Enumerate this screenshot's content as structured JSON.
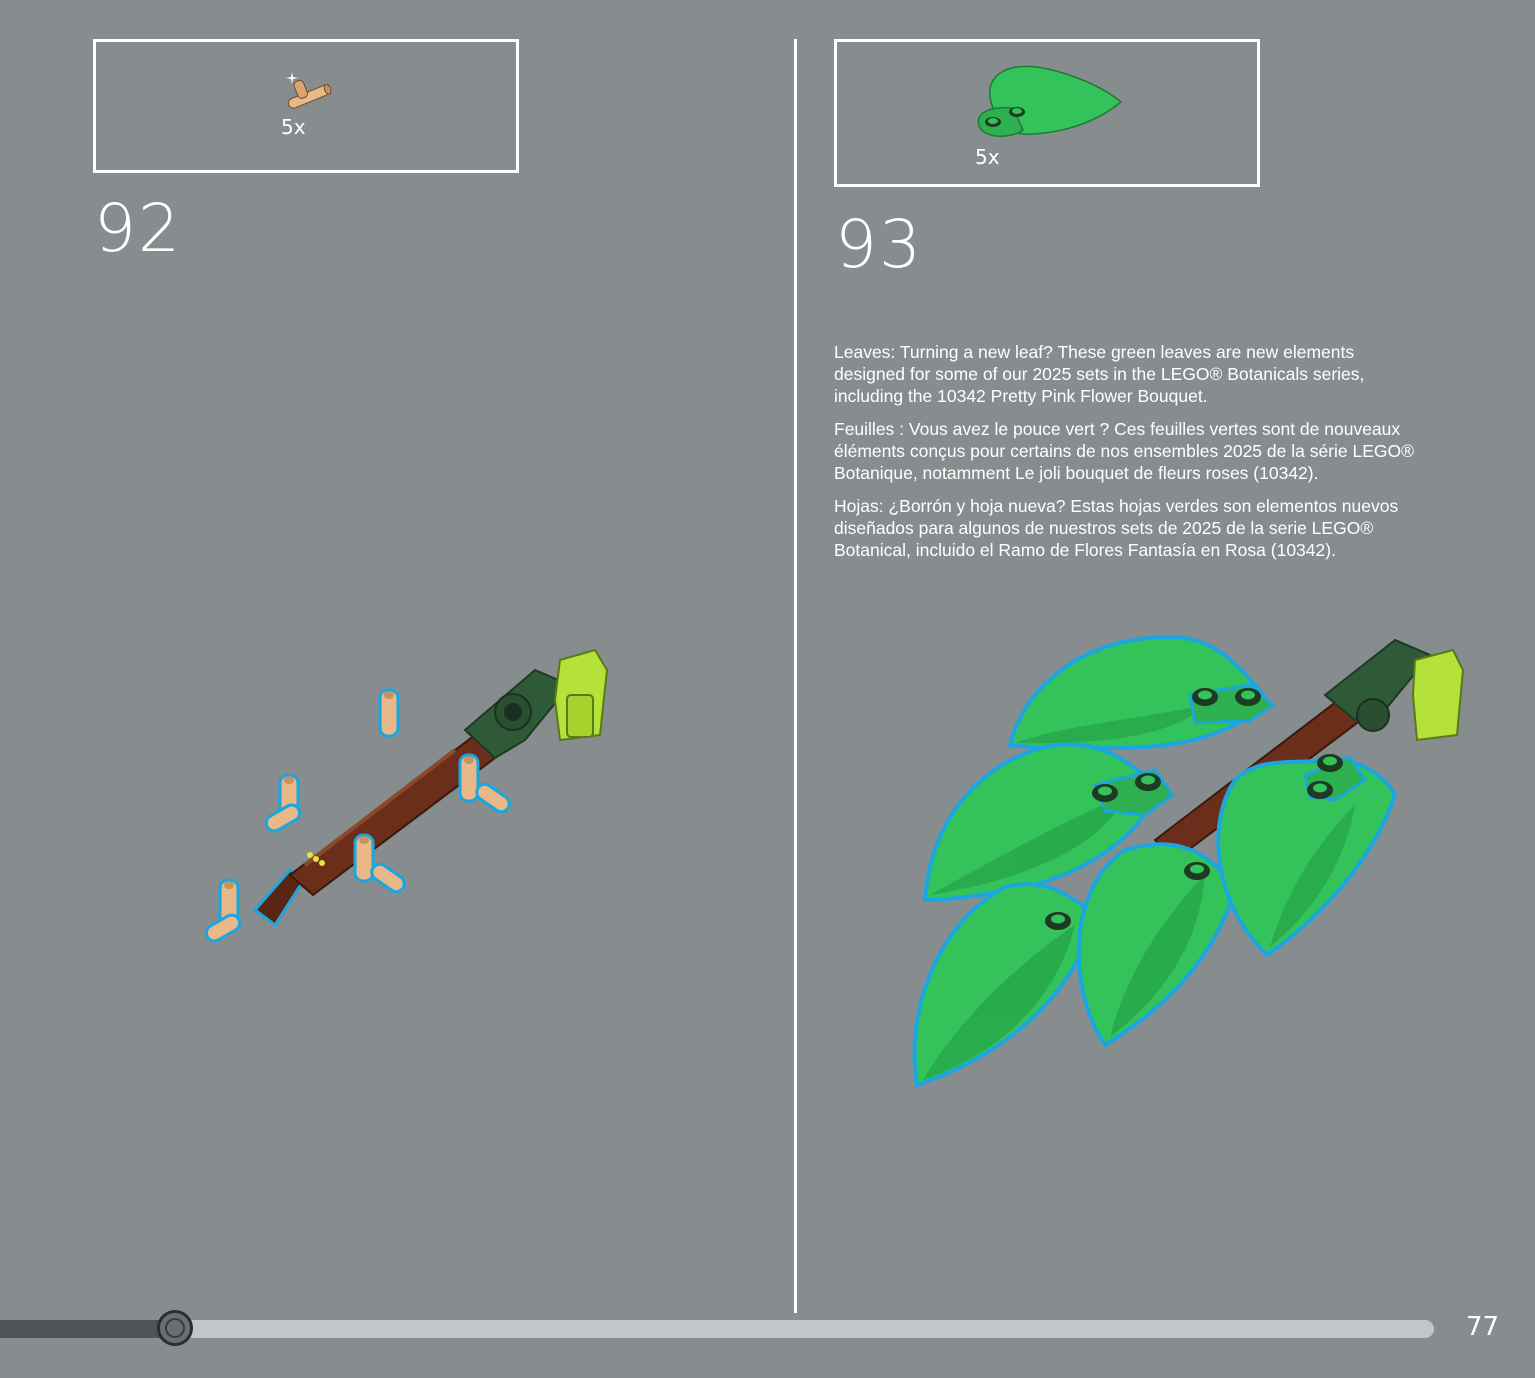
{
  "steps": [
    {
      "number": "92",
      "parts_quantity": "5x",
      "part_icon": "tan-bar-holder-clip-icon"
    },
    {
      "number": "93",
      "parts_quantity": "5x",
      "part_icon": "green-leaf-plate-icon"
    }
  ],
  "info": {
    "en": "Leaves: Turning a new leaf? These green leaves are new elements designed for some of our 2025 sets in the LEGO® Botanicals series, including the 10342 Pretty Pink Flower Bouquet.",
    "fr": "Feuilles : Vous avez le pouce vert ? Ces feuilles vertes sont de nouveaux éléments conçus pour certains de nos ensembles 2025 de la série LEGO® Botanique, notamment Le joli bouquet de fleurs roses (10342).",
    "es": "Hojas: ¿Borrón y hoja nueva? Estas hojas verdes son elementos nuevos diseñados para algunos de nuestros sets de 2025 de la serie LEGO® Botanical, incluido el Ramo de Flores Fantasía en Rosa (10342)."
  },
  "progress": {
    "fraction": 0.122
  },
  "page": {
    "number": "77"
  },
  "colors": {
    "background": "#878d8f",
    "leaf_green": "#34c25a",
    "leaf_dark": "#1f9a43",
    "highlight_outline": "#1aa6e0",
    "tan": "#e8b888",
    "reddish_brown": "#6a2e1a",
    "dark_green": "#2f5a37",
    "lime": "#b5e23a"
  }
}
